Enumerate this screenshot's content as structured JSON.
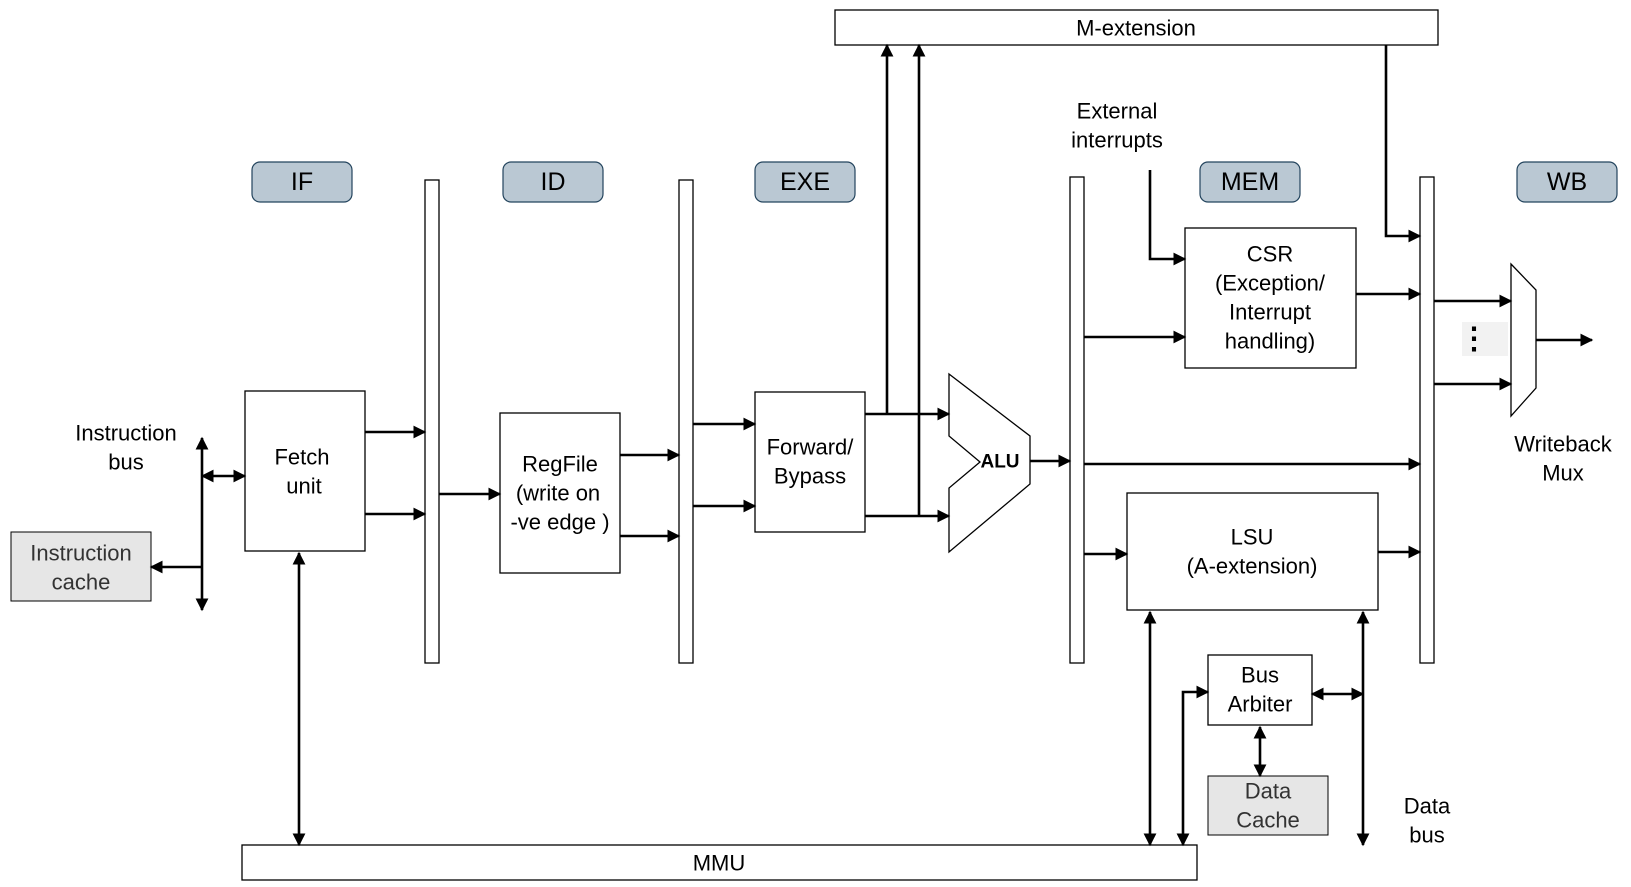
{
  "stages": [
    "IF",
    "ID",
    "EXE",
    "MEM",
    "WB"
  ],
  "blocks": {
    "fetch_unit": [
      "Fetch",
      "unit"
    ],
    "regfile": [
      "RegFile",
      "(write on",
      "-ve edge )"
    ],
    "forward_bypass": [
      "Forward/",
      "Bypass"
    ],
    "alu": "ALU",
    "csr": [
      "CSR",
      "(Exception/",
      "Interrupt",
      "handling)"
    ],
    "lsu": [
      "LSU",
      "(A-extension)"
    ],
    "bus_arbiter": [
      "Bus",
      "Arbiter"
    ],
    "data_cache": [
      "Data",
      "Cache"
    ],
    "instruction_cache": [
      "Instruction",
      "cache"
    ],
    "m_extension": "M-extension",
    "mmu": "MMU"
  },
  "labels": {
    "instruction_bus": [
      "Instruction",
      "bus"
    ],
    "external_interrupts": [
      "External",
      "interrupts"
    ],
    "writeback_mux": [
      "Writeback",
      "Mux"
    ],
    "data_bus": [
      "Data",
      "bus"
    ],
    "mux_dots": "⋮"
  }
}
